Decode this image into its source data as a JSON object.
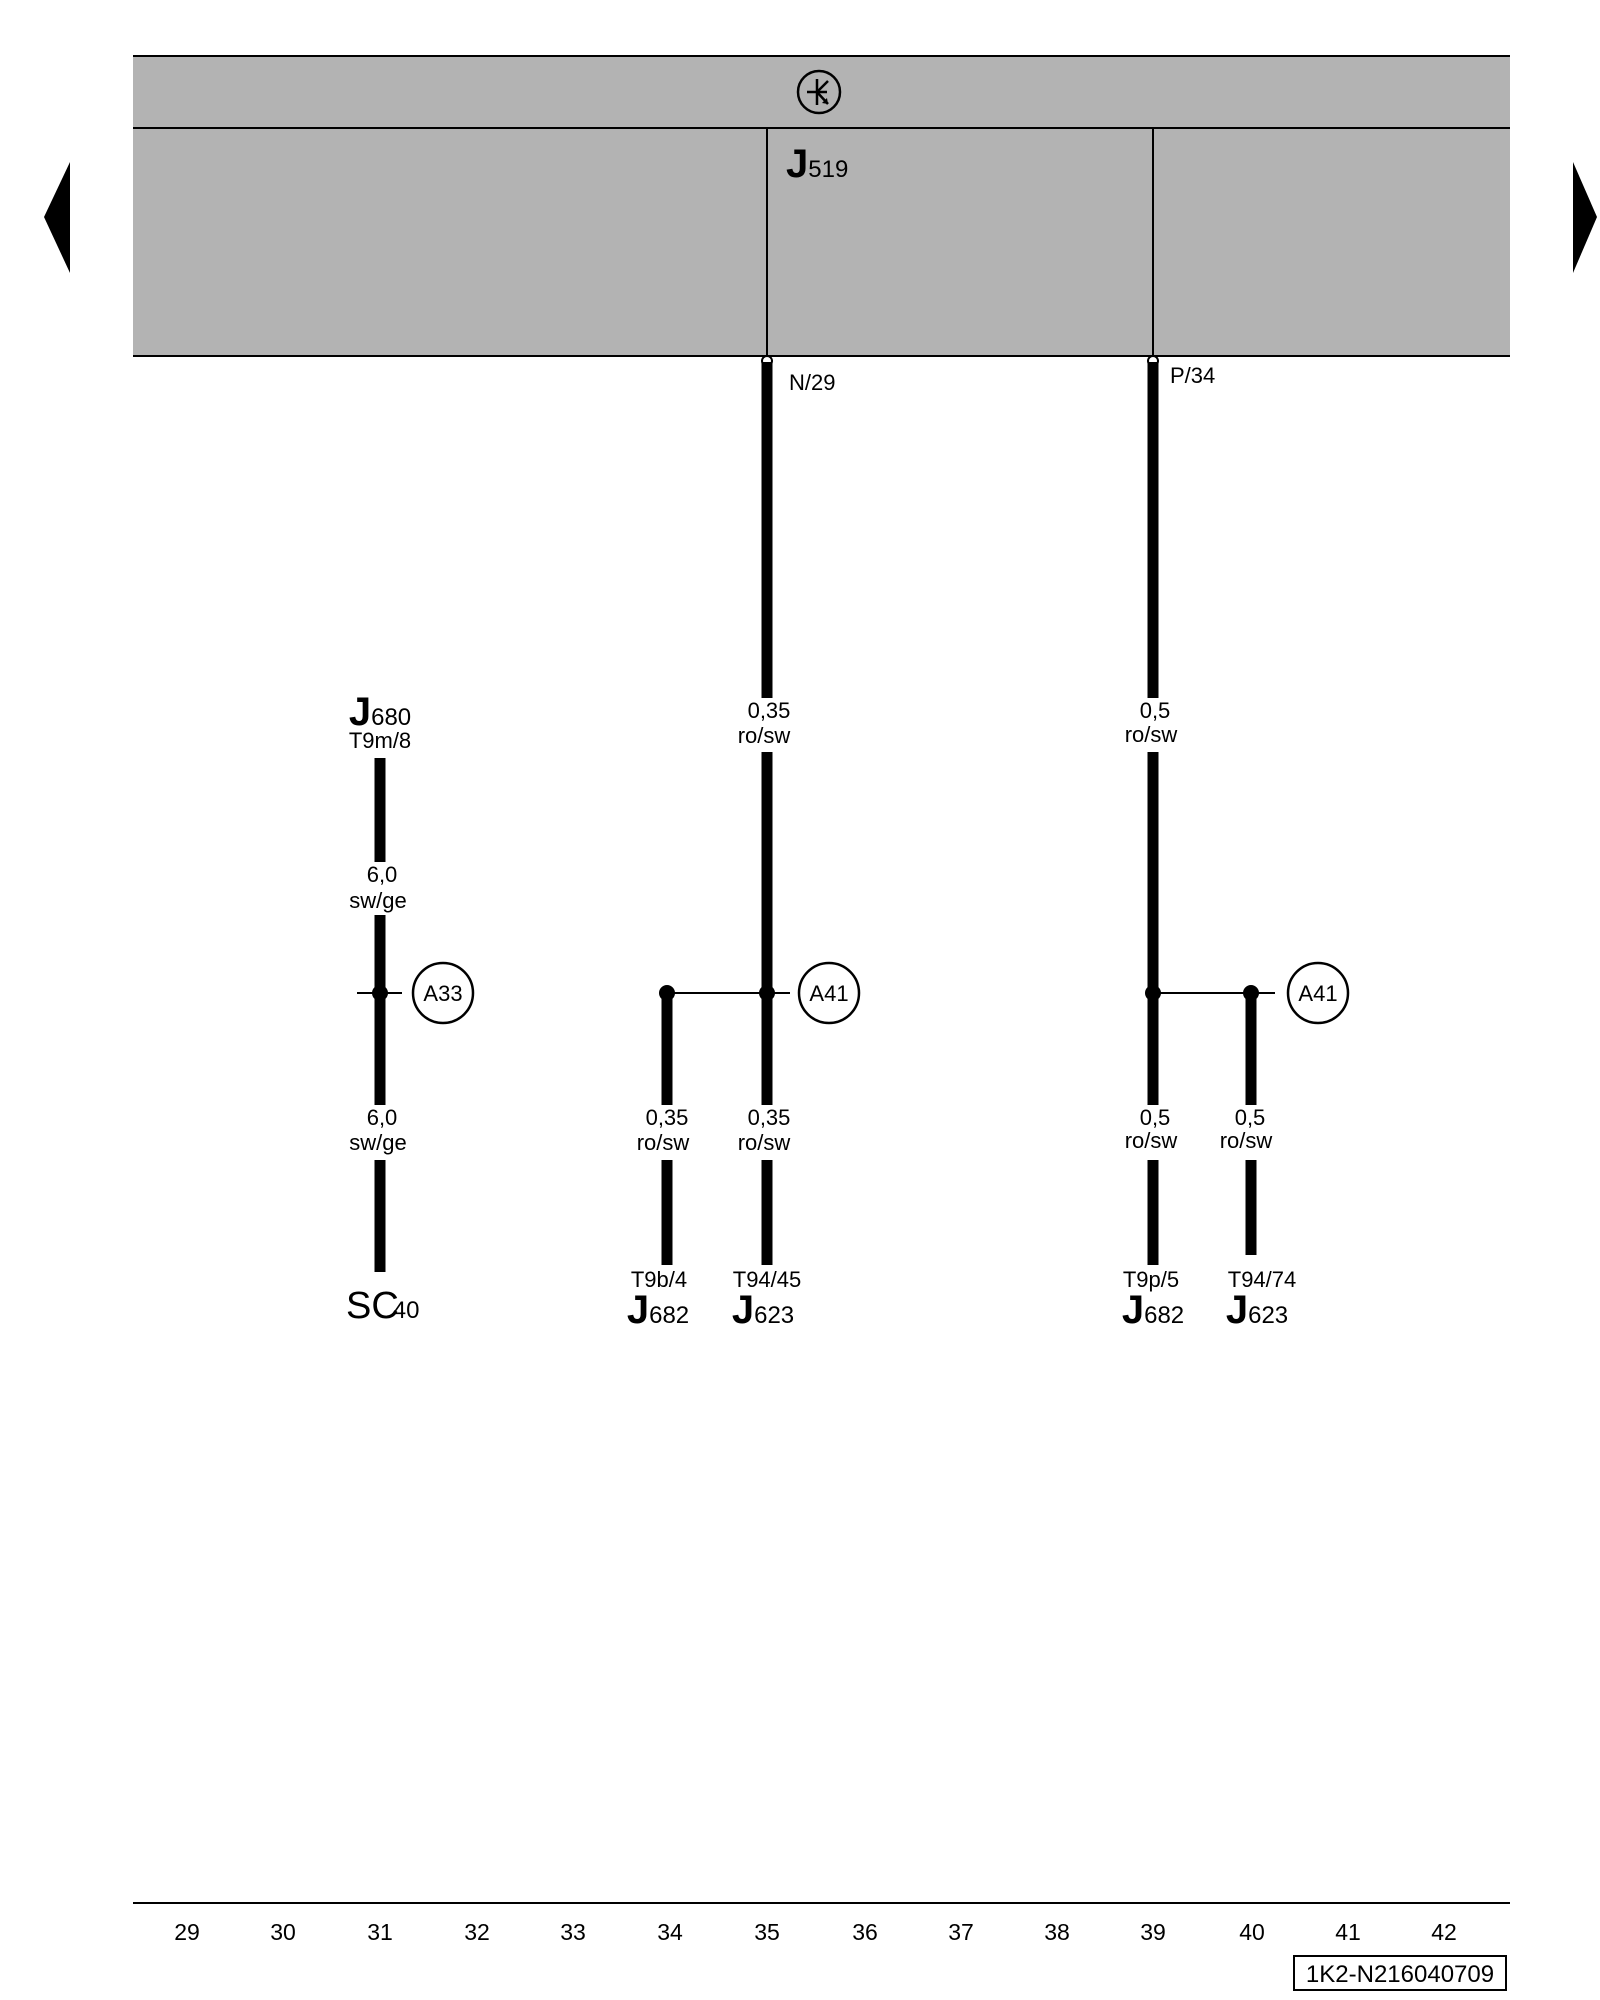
{
  "header": {
    "symbol_icon": "ground-transistor-icon",
    "module": {
      "letter": "J",
      "number": "519"
    },
    "pins": {
      "left": "N/29",
      "right": "P/34"
    }
  },
  "nav": {
    "prev_icon": "triangle-left-icon",
    "next_icon": "triangle-right-icon"
  },
  "wires": {
    "j680": {
      "comp_letter": "J",
      "comp_number": "680",
      "pin": "T9m/8",
      "gauge_top": "6,0",
      "color_top": "sw/ge",
      "gauge_bottom": "6,0",
      "color_bottom": "sw/ge",
      "splice": "A33",
      "end_letters": "SC",
      "end_number": "40"
    },
    "n29": {
      "gauge": "0,35",
      "color": "ro/sw",
      "splice": "A41",
      "branch_left": {
        "gauge": "0,35",
        "color": "ro/sw",
        "pin": "T9b/4",
        "comp_letter": "J",
        "comp_number": "682"
      },
      "branch_right": {
        "gauge": "0,35",
        "color": "ro/sw",
        "pin": "T94/45",
        "comp_letter": "J",
        "comp_number": "623"
      }
    },
    "p34": {
      "gauge": "0,5",
      "color": "ro/sw",
      "splice": "A41",
      "branch_left": {
        "gauge": "0,5",
        "color": "ro/sw",
        "pin": "T9p/5",
        "comp_letter": "J",
        "comp_number": "682"
      },
      "branch_right": {
        "gauge": "0,5",
        "color": "ro/sw",
        "pin": "T94/74",
        "comp_letter": "J",
        "comp_number": "623"
      }
    }
  },
  "footer": {
    "columns": [
      "29",
      "30",
      "31",
      "32",
      "33",
      "34",
      "35",
      "36",
      "37",
      "38",
      "39",
      "40",
      "41",
      "42"
    ],
    "code": "1K2-N216040709"
  },
  "colors": {
    "module_fill": "#b3b3b3",
    "wire": "#000000",
    "background": "#ffffff"
  }
}
